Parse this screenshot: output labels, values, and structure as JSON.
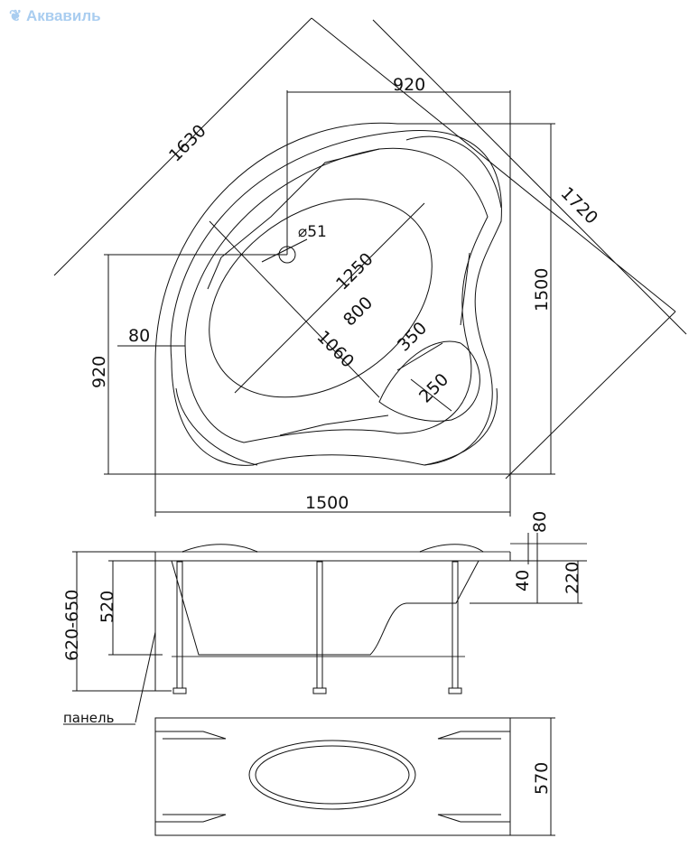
{
  "logo": {
    "text": "Аквавиль"
  },
  "top_view": {
    "width_top": "920",
    "diag_left": "1630",
    "diag_right": "1720",
    "height_right": "1500",
    "height_left": "920",
    "width_bottom": "1500",
    "rim": "80",
    "drain": "⌀51",
    "bowl_long": "1250",
    "bowl_short": "800",
    "bowl_diag": "1060",
    "seat": "350",
    "seat_small": "250"
  },
  "side_view": {
    "rim": "80",
    "step": "40",
    "depth_side": "220",
    "depth": "520",
    "height": "620-650",
    "panel_label": "панель"
  },
  "front_view": {
    "height": "570"
  }
}
